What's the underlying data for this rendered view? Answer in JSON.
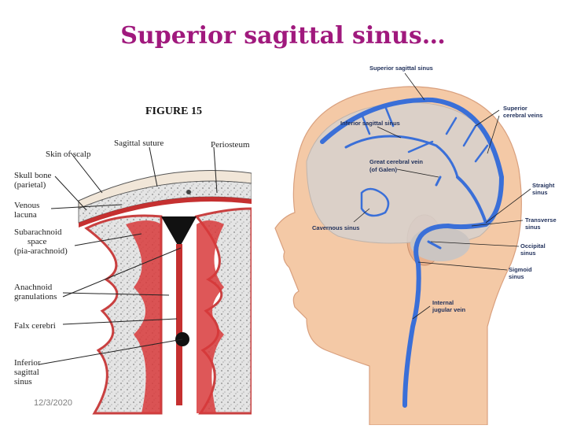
{
  "slide": {
    "title": "Superior sagittal sinus…",
    "date": "12/3/2020"
  },
  "left_figure": {
    "figure_title": "FIGURE 15",
    "labels": {
      "skin_of_scalp": "Skin of scalp",
      "sagittal_suture": "Sagittal suture",
      "periosteum": "Periosteum",
      "skull_bone_1": "Skull bone",
      "skull_bone_2": "(parietal)",
      "venous_lacuna_1": "Venous",
      "venous_lacuna_2": "lacuna",
      "subarachnoid_1": "Subarachnoid",
      "subarachnoid_2": "space",
      "subarachnoid_3": "(pia-arachnoid)",
      "arachnoid_1": "Anachnoid",
      "arachnoid_2": "granulations",
      "falx_cerebri": "Falx cerebri",
      "inferior_1": "Inferior",
      "inferior_2": "sagittal",
      "inferior_3": "sinus"
    }
  },
  "right_figure": {
    "labels": {
      "superior_sagittal_sinus": "Superior sagittal sinus",
      "superior_cerebral_veins_1": "Superior",
      "superior_cerebral_veins_2": "cerebral veins",
      "inferior_sagittal_sinus": "Inferior sagittal sinus",
      "great_cerebral_vein_1": "Great cerebral vein",
      "great_cerebral_vein_2": "(of Galen)",
      "straight_sinus_1": "Straight",
      "straight_sinus_2": "sinus",
      "transverse_sinus_1": "Transverse",
      "transverse_sinus_2": "sinus",
      "cavernous_sinus": "Cavernous sinus",
      "occipital_sinus_1": "Occipital",
      "occipital_sinus_2": "sinus",
      "sigmoid_sinus_1": "Sigmoid",
      "sigmoid_sinus_2": "sinus",
      "internal_jugular_1": "Internal",
      "internal_jugular_2": "jugular vein"
    }
  },
  "colors": {
    "title": "#a0197d",
    "vein_blue": "#3a6fd8",
    "skin": "#f4c9a6",
    "tissue_red": "#d8393b",
    "sinus_black": "#111111"
  }
}
